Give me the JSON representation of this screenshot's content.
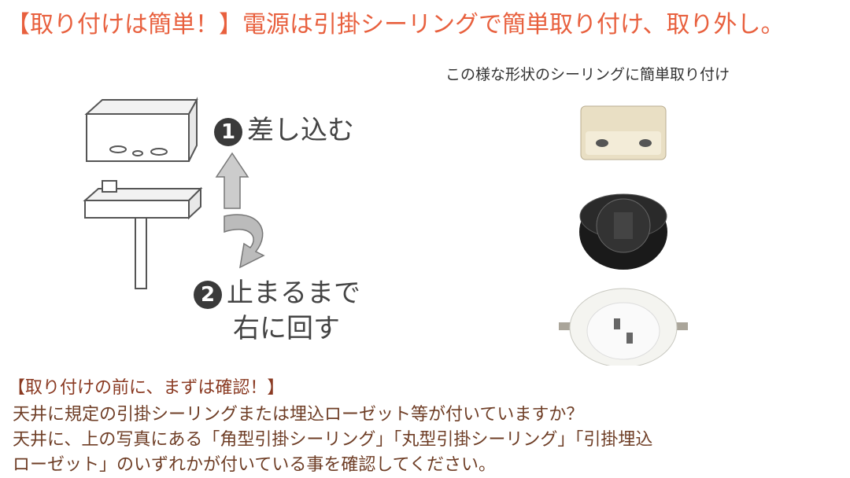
{
  "title": "【取り付けは簡単！】電源は引掛シーリングで簡単取り付け、取り外し。",
  "caption": "この様な形状のシーリングに簡単取り付け",
  "steps": [
    {
      "number": "1",
      "text": "差し込む"
    },
    {
      "number": "2",
      "text_line1": "止まるまで",
      "text_line2": "右に回す"
    }
  ],
  "check": {
    "heading": "【取り付けの前に、まずは確認！】",
    "lines": [
      "天井に規定の引掛シーリングまたは埋込ローゼット等が付いていますか？",
      "天井に、上の写真にある「角型引掛シーリング」「丸型引掛シーリング」「引掛埋込",
      "ローゼット」のいずれかが付いている事を確認してください。"
    ]
  },
  "colors": {
    "title": "#e8603e",
    "check_heading": "#8a3a22",
    "body": "#6e3d25"
  }
}
